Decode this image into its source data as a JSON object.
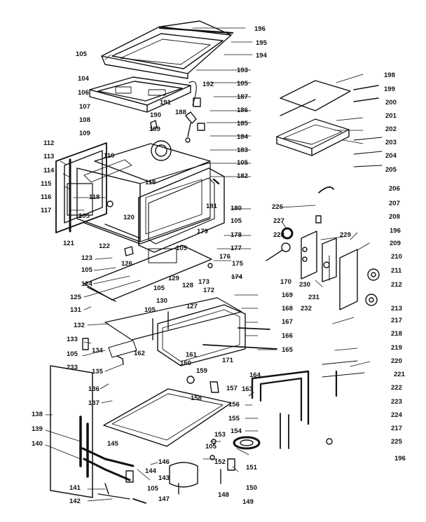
{
  "colors": {
    "ink": "#111111",
    "paper": "#ffffff"
  },
  "labels": {
    "l105a": "105",
    "l104": "104",
    "l106": "106",
    "l107": "107",
    "l108": "108",
    "l109": "109",
    "l112": "112",
    "l113": "113",
    "l114": "114",
    "l115": "115",
    "l116": "116",
    "l117": "117",
    "l110": "110",
    "l118": "118",
    "l119": "119",
    "l105b": "105",
    "l120": "120",
    "l121": "121",
    "l122": "122",
    "l123": "123",
    "l105c": "105",
    "l126": "126",
    "l124": "124",
    "l125": "125",
    "l131": "131",
    "l132": "132",
    "l133": "133",
    "l105d": "105",
    "l134": "134",
    "l135": "135",
    "l233": "233",
    "l136": "136",
    "l137": "137",
    "l138": "138",
    "l139": "139",
    "l140": "140",
    "l141": "141",
    "l142": "142",
    "l105e": "105",
    "l147": "147",
    "l143": "143",
    "l144": "144",
    "l145": "145",
    "l146": "146",
    "l105f": "105",
    "l152": "152",
    "l153": "153",
    "l148": "148",
    "l149": "149",
    "l150": "150",
    "l151": "151",
    "l154": "154",
    "l155": "155",
    "l156": "156",
    "l163": "163",
    "l164": "164",
    "l157": "157",
    "l158": "158",
    "l159": "159",
    "l160": "160",
    "l161": "161",
    "l162": "162",
    "l171": "171",
    "l165": "165",
    "l166": "166",
    "l167": "167",
    "l168": "168",
    "l169": "169",
    "l170": "170",
    "l127": "127",
    "l130": "130",
    "l128": "128",
    "l129": "129",
    "l105g": "105",
    "l105h": "105",
    "l172": "172",
    "l173": "173",
    "l174": "174",
    "l175": "175",
    "l176": "176",
    "l177": "177",
    "l105i": "105",
    "l178": "178",
    "l179": "179",
    "l105j": "105",
    "l180": "180",
    "l181": "181",
    "l182": "182",
    "l105k": "105",
    "l183": "183",
    "l184": "184",
    "l185": "185",
    "l186": "186",
    "l187": "187",
    "l105l": "105",
    "l192": "192",
    "l191": "191",
    "l190": "190",
    "l188": "188",
    "l189": "189",
    "l193": "193",
    "l194": "194",
    "l195": "195",
    "l196a": "196",
    "l198": "198",
    "l199": "199",
    "l200": "200",
    "l201": "201",
    "l202": "202",
    "l203": "203",
    "l204": "204",
    "l205": "205",
    "l206": "206",
    "l207": "207",
    "l208": "208",
    "l226": "226",
    "l227": "227",
    "l228": "228",
    "l229": "229",
    "l196b": "196",
    "l209": "209",
    "l210": "210",
    "l211": "211",
    "l212": "212",
    "l230": "230",
    "l231": "231",
    "l232": "232",
    "l213": "213",
    "l217a": "217",
    "l218": "218",
    "l219": "219",
    "l220": "220",
    "l221": "221",
    "l222": "222",
    "l223": "223",
    "l224": "224",
    "l217b": "217",
    "l225": "225",
    "l196c": "196"
  }
}
